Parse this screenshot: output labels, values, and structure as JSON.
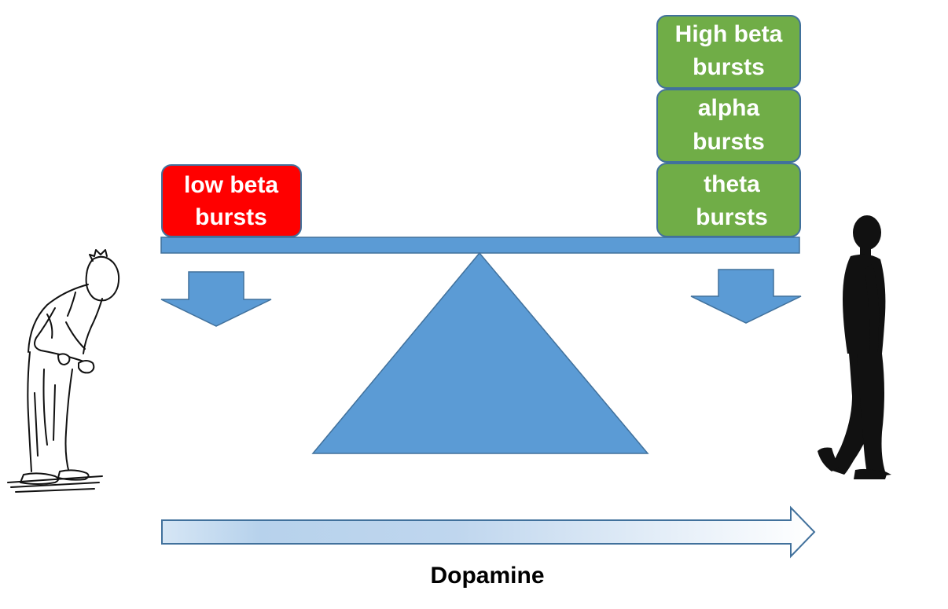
{
  "diagram": {
    "left_box": {
      "lines": [
        "low beta",
        "bursts"
      ],
      "color": "#ff0000"
    },
    "right_boxes": [
      {
        "lines": [
          "High beta",
          "bursts"
        ],
        "color": "#70ad47"
      },
      {
        "lines": [
          "alpha",
          "bursts"
        ],
        "color": "#70ad47"
      },
      {
        "lines": [
          "theta",
          "bursts"
        ],
        "color": "#70ad47"
      }
    ],
    "axis_label": "Dopamine",
    "scale_color": "#5b9bd5",
    "box_border_color": "#41719c",
    "left_figure_icon": "stooped-person-icon",
    "right_figure_icon": "upright-walking-person-icon"
  }
}
